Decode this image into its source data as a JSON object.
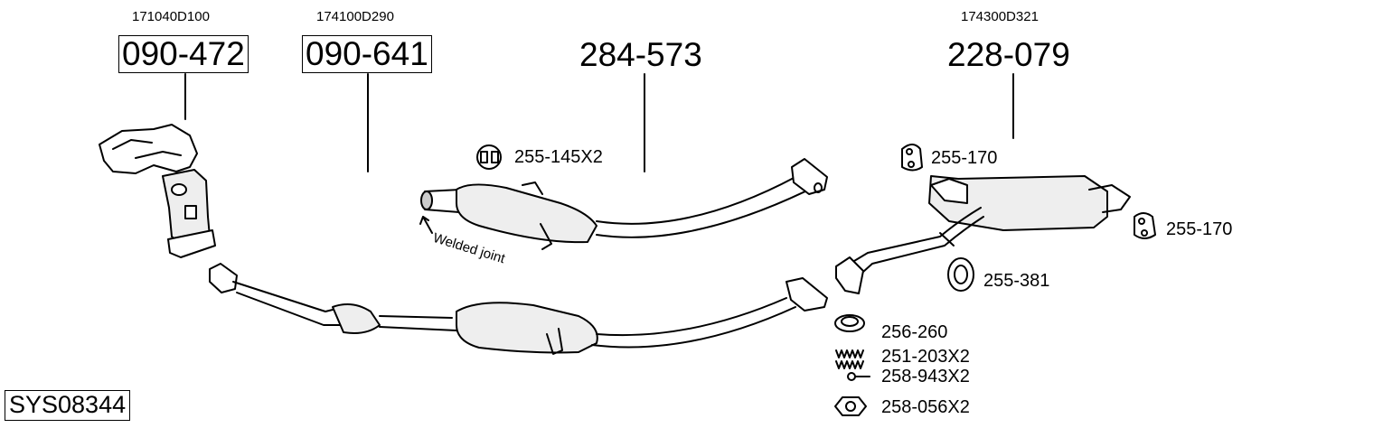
{
  "parts": {
    "catalyst": {
      "oe": "171040D100",
      "number": "090-472"
    },
    "front_pipe": {
      "oe": "174100D290",
      "number": "090-641"
    },
    "mid_pipe": {
      "number": "284-573"
    },
    "rear_silencer": {
      "oe": "174300D321",
      "number": "228-079"
    }
  },
  "accessories": {
    "hanger_mid": "255-145X2",
    "hanger_rear_top": "255-170",
    "hanger_rear_right": "255-170",
    "hanger_round": "255-381",
    "gasket": "256-260",
    "spring": "251-203X2",
    "bolt": "258-943X2",
    "nut": "258-056X2"
  },
  "annotations": {
    "welded_joint": "Welded joint"
  },
  "system_code": "SYS08344"
}
